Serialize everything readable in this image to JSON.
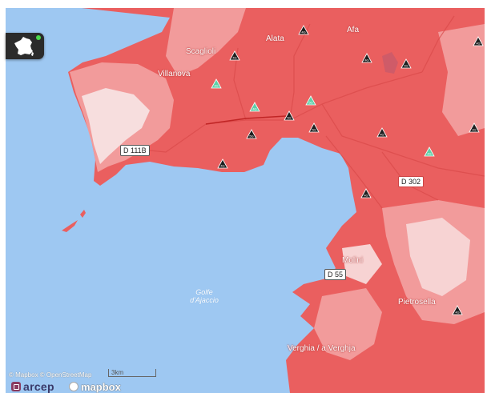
{
  "map": {
    "places": [
      {
        "name": "Alata"
      },
      {
        "name": "Afa"
      },
      {
        "name": "Scaglioli"
      },
      {
        "name": "Villanova"
      },
      {
        "name": "Molini"
      },
      {
        "name": "Pietrosella"
      },
      {
        "name": "Verghia / a Verghja"
      }
    ],
    "water_label": "Golfe d'Ajaccio",
    "water_label_lines": [
      "Golfe",
      "d'Ajaccio"
    ],
    "roads": [
      {
        "ref": "D 111B"
      },
      {
        "ref": "D 302"
      },
      {
        "ref": "D 55"
      }
    ],
    "tower_badges": [
      "4G",
      "4G",
      "4G",
      "4G",
      "4G",
      "5G",
      "5G",
      "5G",
      "5G",
      "4G",
      "4G",
      "4G",
      "4G",
      "4G",
      "4G",
      "4G",
      "4G"
    ]
  },
  "controls": {
    "territory_button_icon": "france-map-icon"
  },
  "footer": {
    "attribution": "© Mapbox © OpenStreetMap",
    "scale_label": "3km",
    "logo_arcep": "arcep",
    "logo_mapbox": "mapbox"
  },
  "colors": {
    "sea": "#9ec8f2",
    "coverage_good": "#ea5f5f",
    "coverage_medium": "#f29b9b",
    "coverage_low": "#f7d3d3",
    "tower_dark": "#1f1f1f",
    "tower_light": "#5fcfa8"
  }
}
